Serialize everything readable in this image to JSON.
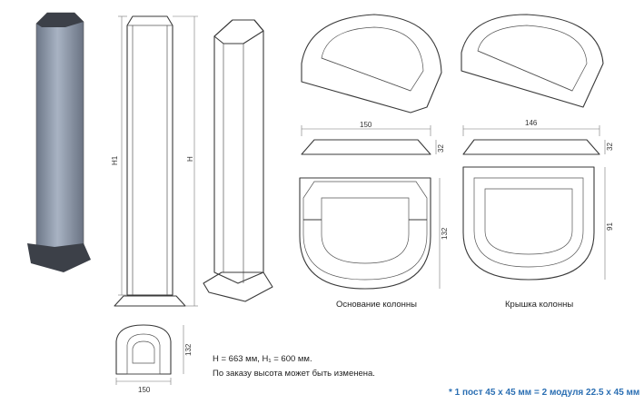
{
  "dimensions": {
    "h1_label": "H1",
    "h_label": "H",
    "base_width": "150",
    "base_height": "32",
    "base_depth": "132",
    "cap_width": "146",
    "cap_height": "32",
    "cap_depth": "91",
    "bottom_width": "150",
    "bottom_height": "132"
  },
  "labels": {
    "base": "Основание колонны",
    "cap": "Крышка колонны"
  },
  "notes": {
    "height_spec": "H = 663 мм, H₁ = 600 мм.",
    "custom_height": "По заказу высота может быть изменена."
  },
  "footnote": "* 1 пост 45 x 45 мм = 2 модуля 22.5 x 45 мм",
  "colors": {
    "post_body": "#8a96a8",
    "post_dark": "#3c4048",
    "line": "#3a3a3a",
    "footnote": "#2b6fb3"
  }
}
